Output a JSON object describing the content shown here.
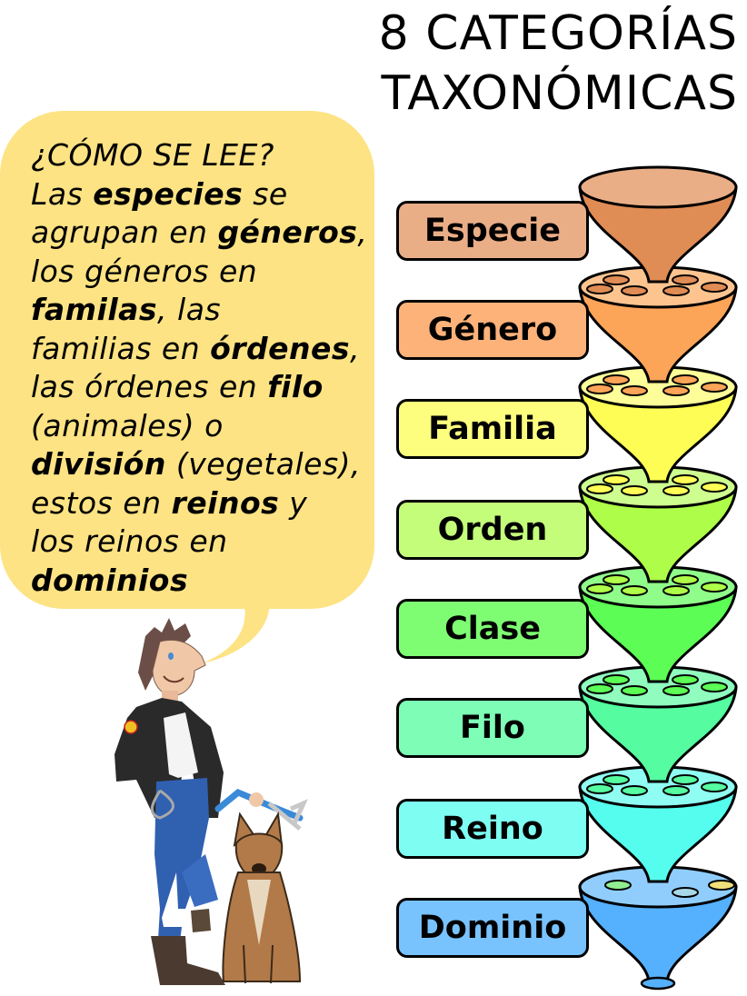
{
  "title": {
    "line1": "8 CATEGORÍAS",
    "line2": "TAXONÓMICAS"
  },
  "speech_bubble": {
    "heading": "¿CÓMO SE LEE?",
    "segments": [
      {
        "text": "Las ",
        "bold": false
      },
      {
        "text": "especies",
        "bold": true
      },
      {
        "text": " se agrupan en ",
        "bold": false
      },
      {
        "text": "géneros",
        "bold": true
      },
      {
        "text": ", los géneros en ",
        "bold": false
      },
      {
        "text": "familas",
        "bold": true
      },
      {
        "text": ", las familias en ",
        "bold": false
      },
      {
        "text": "órdenes",
        "bold": true
      },
      {
        "text": ", las órdenes en ",
        "bold": false
      },
      {
        "text": "filo",
        "bold": true
      },
      {
        "text": " (animales) o ",
        "bold": false
      },
      {
        "text": "división",
        "bold": true
      },
      {
        "text": " (vegetales), estos en ",
        "bold": false
      },
      {
        "text": "reinos",
        "bold": true
      },
      {
        "text": " y los reinos en ",
        "bold": false
      },
      {
        "text": "dominios",
        "bold": true
      }
    ],
    "lines": [
      [
        "¿CÓMO SE LEE?"
      ],
      [
        "Las ",
        "*especies",
        " se"
      ],
      [
        "agrupan en ",
        "*géneros",
        ","
      ],
      [
        "los géneros en"
      ],
      [
        "*familas",
        ", las"
      ],
      [
        "familias en ",
        "*órdenes",
        ","
      ],
      [
        "las órdenes en ",
        "*filo"
      ],
      [
        "(animales) o"
      ],
      [
        "*división",
        " (vegetales),"
      ],
      [
        "estos en ",
        "*reinos",
        " y"
      ],
      [
        "los reinos en"
      ],
      [
        "*dominios"
      ]
    ],
    "color": "#fde383"
  },
  "categories": [
    {
      "label": "Especie",
      "label_color": "#eaae87",
      "funnel_color": "#e08c55",
      "rim_color": "#eaae87",
      "hole_color": "#e08c55"
    },
    {
      "label": "Género",
      "label_color": "#fdb27a",
      "funnel_color": "#fca458",
      "rim_color": "#fdc490",
      "hole_color": "#e08c55"
    },
    {
      "label": "Familia",
      "label_color": "#fdfd7e",
      "funnel_color": "#fdfd55",
      "rim_color": "#fdfd99",
      "hole_color": "#fca458"
    },
    {
      "label": "Orden",
      "label_color": "#c4fd7a",
      "funnel_color": "#aefd48",
      "rim_color": "#cefd90",
      "hole_color": "#fdfd55"
    },
    {
      "label": "Clase",
      "label_color": "#7efd73",
      "funnel_color": "#5cfd55",
      "rim_color": "#90fd8a",
      "hole_color": "#aefd48"
    },
    {
      "label": "Filo",
      "label_color": "#7dfdb5",
      "funnel_color": "#55fda0",
      "rim_color": "#90fdbf",
      "hole_color": "#5cfd55"
    },
    {
      "label": "Reino",
      "label_color": "#7efdf2",
      "funnel_color": "#55fdee",
      "rim_color": "#90fdf3",
      "hole_color": "#55fda0"
    },
    {
      "label": "Dominio",
      "label_color": "#78c2fd",
      "funnel_color": "#55b0fd",
      "rim_color": "#90cdfd",
      "hole_color": "#90ee90"
    }
  ],
  "dominio_holes": [
    "#90ee90",
    "#a8d8e8",
    "#f0e07a"
  ],
  "illustration": {
    "character": "cartoon man in black jacket and blue jeans holding a rock hammer",
    "dog": "german shepherd sitting"
  }
}
